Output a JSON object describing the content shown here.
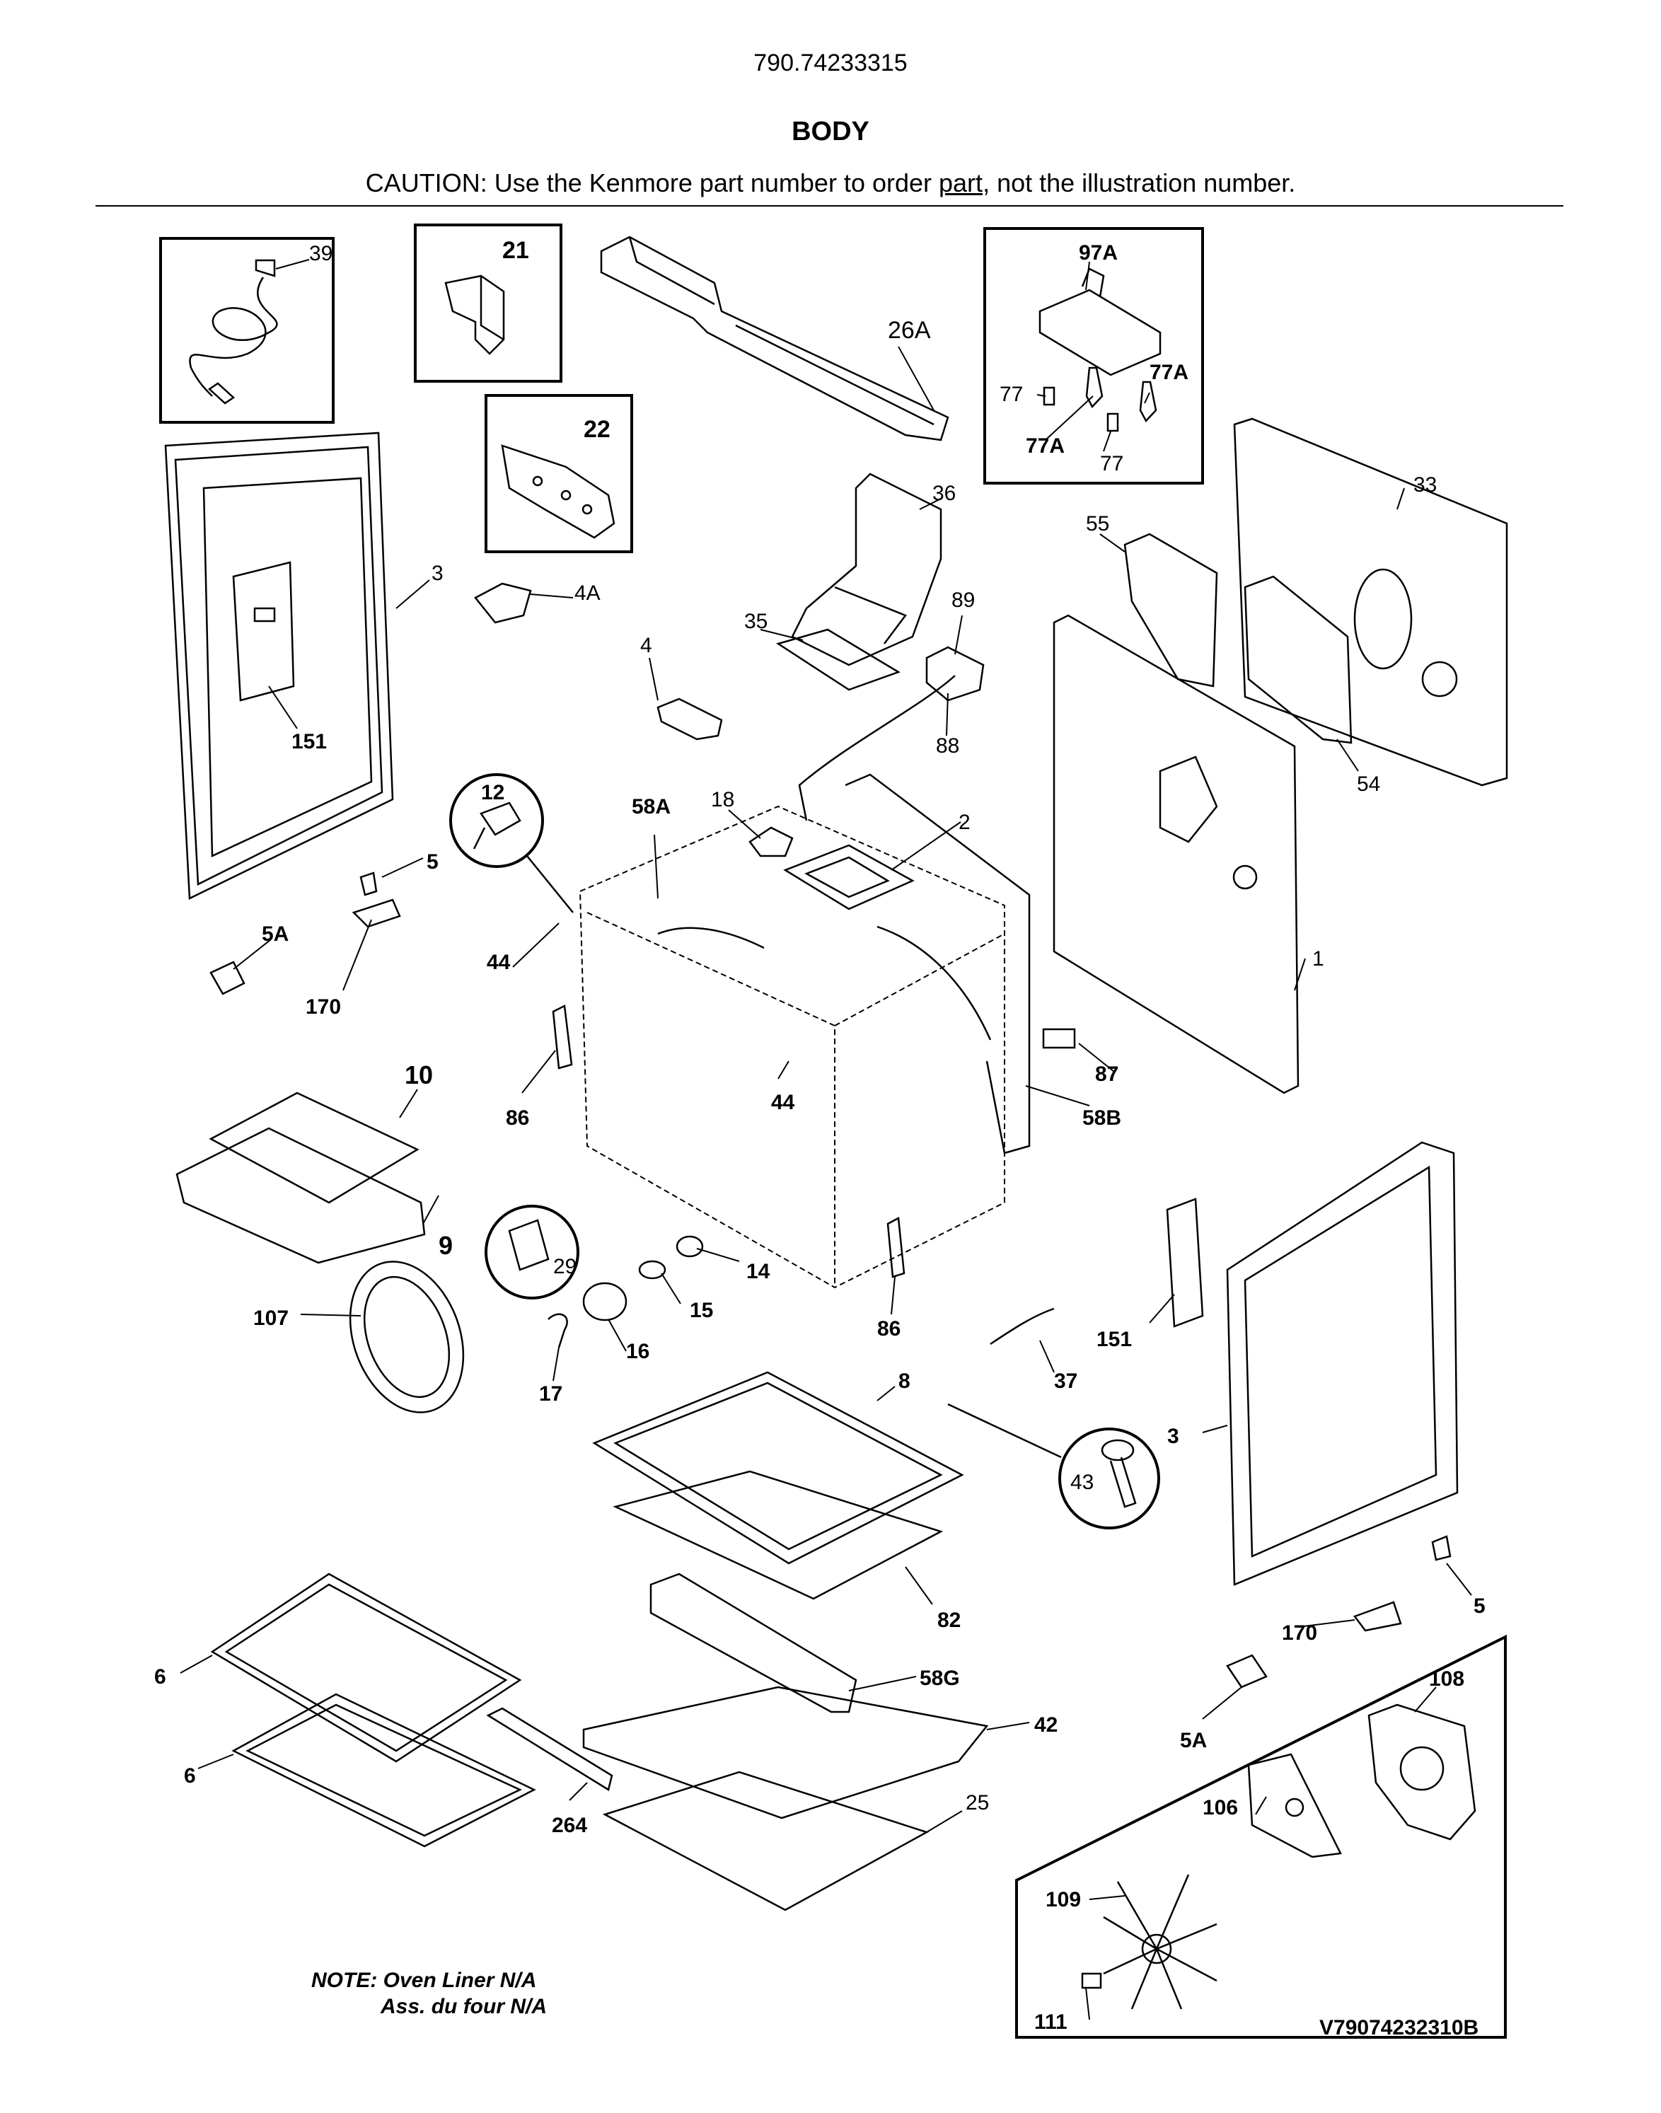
{
  "header": {
    "model_number": "790.74233315",
    "title": "BODY",
    "caution_prefix": "CAUTION: Use the Kenmore part number to order ",
    "caution_link": "part",
    "caution_suffix": ", not the illustration number."
  },
  "labels": {
    "l39": "39",
    "l21": "21",
    "l26A": "26A",
    "l97A": "97A",
    "l77a": "77",
    "l77Aa": "77A",
    "l77Ab": "77A",
    "l77b": "77",
    "l22": "22",
    "l36": "36",
    "l33": "33",
    "l3a": "3",
    "l4A": "4A",
    "l55": "55",
    "l35": "35",
    "l89": "89",
    "l4": "4",
    "l151a": "151",
    "l88": "88",
    "l54": "54",
    "l12": "12",
    "l58A": "58A",
    "l18": "18",
    "l2": "2",
    "l5a": "5",
    "l5Aa": "5A",
    "l44a": "44",
    "l1": "1",
    "l170a": "170",
    "l87": "87",
    "l10": "10",
    "l86a": "86",
    "l44b": "44",
    "l58B": "58B",
    "l9": "9",
    "l29": "29",
    "l14": "14",
    "l15": "15",
    "l107": "107",
    "l16": "16",
    "l86b": "86",
    "l151b": "151",
    "l17": "17",
    "l37": "37",
    "l8": "8",
    "l3b": "3",
    "l43": "43",
    "l82": "82",
    "l5b": "5",
    "l170b": "170",
    "l6a": "6",
    "l58G": "58G",
    "l108": "108",
    "l42": "42",
    "l5Ab": "5A",
    "l6b": "6",
    "l25": "25",
    "l106": "106",
    "l264": "264",
    "l109": "109",
    "l111": "111"
  },
  "note": {
    "line1": "NOTE: Oven Liner N/A",
    "line2": "Ass. du four N/A"
  },
  "diagram_code": "V79074232310B"
}
